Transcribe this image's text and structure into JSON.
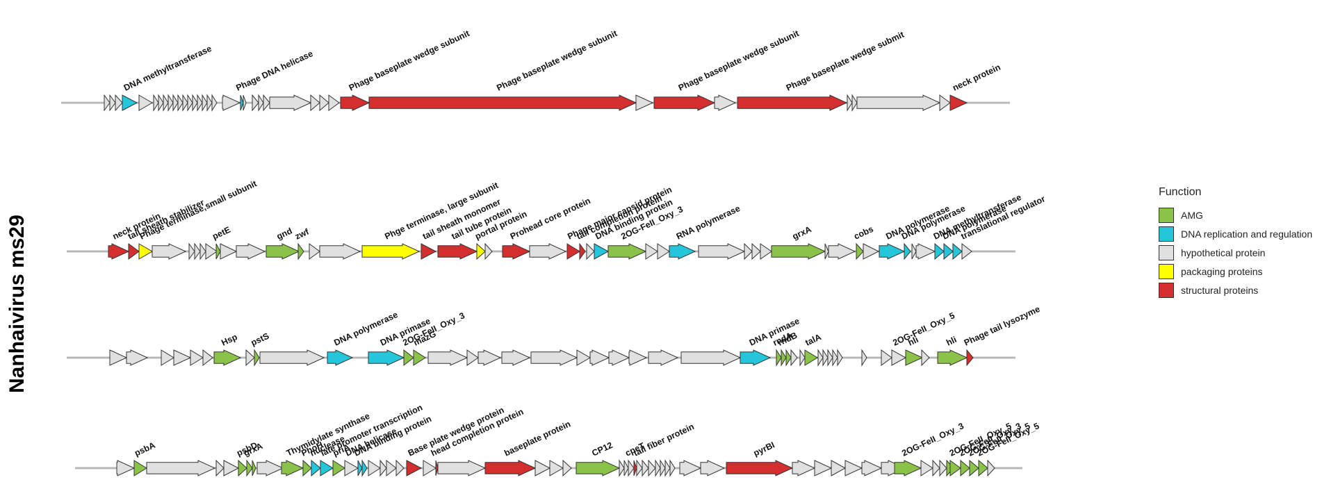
{
  "genome_name": "Nanhaivirus ms29",
  "legend": {
    "title": "Function",
    "items": [
      {
        "key": "AMG",
        "label": "AMG",
        "color": "#8bc34a"
      },
      {
        "key": "DNA",
        "label": "DNA replication and regulation",
        "color": "#26c6da"
      },
      {
        "key": "HYP",
        "label": "hypothetical protein",
        "color": "#e0e0e0"
      },
      {
        "key": "PKG",
        "label": "packaging proteins",
        "color": "#ffff00"
      },
      {
        "key": "STR",
        "label": "structural proteins",
        "color": "#d32f2f"
      }
    ]
  },
  "segments": [
    {
      "line": [
        88,
        1453
      ],
      "genes": [
        [
          150,
          158,
          "HYP",
          ""
        ],
        [
          158,
          166,
          "HYP",
          ""
        ],
        [
          166,
          176,
          "HYP",
          ""
        ],
        [
          176,
          197,
          "DNA",
          "DNA methyltransferase"
        ],
        [
          200,
          219,
          "HYP",
          ""
        ],
        [
          221,
          228,
          "HYP",
          ""
        ],
        [
          228,
          235,
          "HYP",
          ""
        ],
        [
          235,
          242,
          "HYP",
          ""
        ],
        [
          242,
          249,
          "HYP",
          ""
        ],
        [
          249,
          256,
          "HYP",
          ""
        ],
        [
          256,
          263,
          "HYP",
          ""
        ],
        [
          263,
          270,
          "HYP",
          ""
        ],
        [
          270,
          277,
          "HYP",
          ""
        ],
        [
          277,
          284,
          "HYP",
          ""
        ],
        [
          284,
          291,
          "HYP",
          ""
        ],
        [
          291,
          298,
          "HYP",
          ""
        ],
        [
          298,
          305,
          "HYP",
          ""
        ],
        [
          305,
          312,
          "HYP",
          ""
        ],
        [
          320,
          345,
          "HYP",
          ""
        ],
        [
          346,
          350,
          "DNA",
          "Phage DNA helicase"
        ],
        [
          350,
          354,
          "HYP",
          ""
        ],
        [
          363,
          372,
          "HYP",
          ""
        ],
        [
          372,
          379,
          "HYP",
          ""
        ],
        [
          379,
          388,
          "HYP",
          ""
        ],
        [
          388,
          447,
          "HYP",
          ""
        ],
        [
          447,
          460,
          "HYP",
          ""
        ],
        [
          460,
          473,
          "HYP",
          ""
        ],
        [
          473,
          488,
          "HYP",
          ""
        ],
        [
          490,
          531,
          "STR",
          "Phage baseplate wedge subunit"
        ],
        [
          531,
          915,
          "STR",
          "Phage baseplate wedge subunit"
        ],
        [
          915,
          939,
          "HYP",
          ""
        ],
        [
          941,
          1028,
          "STR",
          "Phage baseplate wedge subunit"
        ],
        [
          1028,
          1058,
          "HYP",
          ""
        ],
        [
          1061,
          1218,
          "STR",
          "Phage baseplate wedge submit"
        ],
        [
          1219,
          1226,
          "HYP",
          ""
        ],
        [
          1226,
          1233,
          "HYP",
          ""
        ],
        [
          1233,
          1352,
          "HYP",
          ""
        ],
        [
          1352,
          1367,
          "HYP",
          ""
        ],
        [
          1367,
          1391,
          "STR",
          "neck protein"
        ]
      ]
    },
    {
      "line": [
        96,
        1461
      ],
      "genes": [
        [
          156,
          185,
          "STR",
          "neck protein"
        ],
        [
          185,
          200,
          "STR",
          "tail sheath stabilizer"
        ],
        [
          200,
          219,
          "PKG",
          "Phage terminase,small subunit"
        ],
        [
          219,
          267,
          "HYP",
          ""
        ],
        [
          272,
          280,
          "HYP",
          ""
        ],
        [
          280,
          288,
          "HYP",
          ""
        ],
        [
          288,
          296,
          "HYP",
          ""
        ],
        [
          296,
          312,
          "HYP",
          ""
        ],
        [
          311,
          317,
          "AMG",
          "petE"
        ],
        [
          317,
          340,
          "HYP",
          ""
        ],
        [
          340,
          381,
          "HYP",
          ""
        ],
        [
          383,
          430,
          "AMG",
          "gnd"
        ],
        [
          429,
          437,
          "AMG",
          "zwf"
        ],
        [
          445,
          460,
          "HYP",
          ""
        ],
        [
          460,
          518,
          "HYP",
          ""
        ],
        [
          521,
          603,
          "PKG",
          "Phge terminase, large subunit"
        ],
        [
          606,
          627,
          "STR",
          "tail sheath monomer"
        ],
        [
          630,
          686,
          "STR",
          "tail tube protein"
        ],
        [
          686,
          698,
          "PKG",
          "portal protein"
        ],
        [
          698,
          708,
          "HYP",
          ""
        ],
        [
          723,
          762,
          "STR",
          "Prohead core protein"
        ],
        [
          762,
          814,
          "HYP",
          ""
        ],
        [
          816,
          834,
          "STR",
          "Phage major capsid protein"
        ],
        [
          834,
          842,
          "STR",
          "tail completion protein"
        ],
        [
          844,
          855,
          "HYP",
          ""
        ],
        [
          855,
          875,
          "DNA",
          "DNA binding protein"
        ],
        [
          875,
          929,
          "AMG",
          "2OG-FeII_Oxy_3"
        ],
        [
          929,
          946,
          "HYP",
          ""
        ],
        [
          946,
          963,
          "HYP",
          ""
        ],
        [
          963,
          1000,
          "DNA",
          "RNA polymerase"
        ],
        [
          1005,
          1071,
          "HYP",
          ""
        ],
        [
          1071,
          1082,
          "HYP",
          ""
        ],
        [
          1082,
          1094,
          "HYP",
          ""
        ],
        [
          1094,
          1110,
          "HYP",
          ""
        ],
        [
          1110,
          1187,
          "AMG",
          "grxA"
        ],
        [
          1187,
          1192,
          "HYP",
          ""
        ],
        [
          1192,
          1230,
          "HYP",
          ""
        ],
        [
          1232,
          1242,
          "AMG",
          "cobs"
        ],
        [
          1242,
          1264,
          "HYP",
          ""
        ],
        [
          1265,
          1301,
          "DNA",
          "DNA polymerase"
        ],
        [
          1301,
          1310,
          "DNA",
          "DNA polymerase"
        ],
        [
          1312,
          1318,
          "HYP",
          ""
        ],
        [
          1318,
          1345,
          "HYP",
          ""
        ],
        [
          1345,
          1358,
          "DNA",
          "DNA methyltransferase"
        ],
        [
          1358,
          1371,
          "DNA",
          "DNA polymerase"
        ],
        [
          1371,
          1384,
          "DNA",
          ""
        ],
        [
          1384,
          1398,
          "HYP",
          "translational regulator"
        ]
      ]
    },
    {
      "line": [
        96,
        1461
      ],
      "genes": [
        [
          158,
          182,
          "HYP",
          ""
        ],
        [
          182,
          212,
          "HYP",
          ""
        ],
        [
          232,
          250,
          "HYP",
          ""
        ],
        [
          250,
          274,
          "HYP",
          ""
        ],
        [
          274,
          292,
          "HYP",
          ""
        ],
        [
          292,
          306,
          "HYP",
          ""
        ],
        [
          308,
          346,
          "AMG",
          "Hsp"
        ],
        [
          354,
          366,
          "HYP",
          ""
        ],
        [
          366,
          373,
          "AMG",
          "pstS"
        ],
        [
          374,
          466,
          "HYP",
          ""
        ],
        [
          471,
          507,
          "DNA",
          "DNA polymerase"
        ],
        [
          530,
          581,
          "DNA",
          "DNA primase"
        ],
        [
          581,
          595,
          "AMG",
          "2OG-FeII_Oxy_3"
        ],
        [
          595,
          612,
          "AMG",
          "mazG"
        ],
        [
          616,
          672,
          "HYP",
          ""
        ],
        [
          672,
          688,
          "HYP",
          ""
        ],
        [
          688,
          720,
          "HYP",
          ""
        ],
        [
          722,
          762,
          "HYP",
          ""
        ],
        [
          764,
          830,
          "HYP",
          ""
        ],
        [
          830,
          849,
          "HYP",
          ""
        ],
        [
          849,
          876,
          "HYP",
          ""
        ],
        [
          876,
          905,
          "HYP",
          ""
        ],
        [
          905,
          930,
          "HYP",
          ""
        ],
        [
          933,
          975,
          "HYP",
          ""
        ],
        [
          980,
          1065,
          "HYP",
          ""
        ],
        [
          1065,
          1108,
          "DNA",
          "DNA primase"
        ],
        [
          1117,
          1124,
          "AMG",
          "rndA"
        ],
        [
          1124,
          1131,
          "AMG",
          "rndB"
        ],
        [
          1131,
          1138,
          "AMG",
          ""
        ],
        [
          1138,
          1147,
          "HYP",
          ""
        ],
        [
          1151,
          1158,
          "HYP",
          ""
        ],
        [
          1158,
          1176,
          "AMG",
          "talA"
        ],
        [
          1177,
          1184,
          "HYP",
          ""
        ],
        [
          1184,
          1191,
          "HYP",
          ""
        ],
        [
          1191,
          1198,
          "HYP",
          ""
        ],
        [
          1198,
          1205,
          "HYP",
          ""
        ],
        [
          1205,
          1212,
          "HYP",
          ""
        ],
        [
          1240,
          1247,
          "HYP",
          ""
        ],
        [
          1268,
          1283,
          "HYP",
          ""
        ],
        [
          1283,
          1303,
          "HYP",
          "2OG-FeII_Oxy_5"
        ],
        [
          1303,
          1327,
          "AMG",
          "hli"
        ],
        [
          1326,
          1337,
          "HYP",
          ""
        ],
        [
          1349,
          1391,
          "AMG",
          "hli"
        ],
        [
          1391,
          1400,
          "STR",
          "Phage tail lysozyme"
        ]
      ]
    },
    {
      "line": [
        108,
        1471
      ],
      "genes": [
        [
          168,
          193,
          "HYP",
          ""
        ],
        [
          193,
          211,
          "AMG",
          "psbA"
        ],
        [
          211,
          309,
          "HYP",
          ""
        ],
        [
          311,
          322,
          "HYP",
          ""
        ],
        [
          322,
          343,
          "HYP",
          ""
        ],
        [
          343,
          355,
          "AMG",
          "psbD"
        ],
        [
          355,
          363,
          "AMG",
          "grxA"
        ],
        [
          363,
          368,
          "AMG",
          ""
        ],
        [
          370,
          407,
          "HYP",
          ""
        ],
        [
          405,
          436,
          "AMG",
          "Thymidylate synthase"
        ],
        [
          436,
          448,
          "AMG",
          "PhoH"
        ],
        [
          448,
          461,
          "DNA",
          "nuclease"
        ],
        [
          461,
          479,
          "DNA",
          "late promoter transcription"
        ],
        [
          479,
          496,
          "AMG",
          "priA"
        ],
        [
          496,
          515,
          "HYP",
          "DNA helicase"
        ],
        [
          515,
          521,
          "DNA",
          "DNA binding protein"
        ],
        [
          521,
          528,
          "DNA",
          ""
        ],
        [
          530,
          547,
          "HYP",
          ""
        ],
        [
          547,
          556,
          "HYP",
          ""
        ],
        [
          556,
          570,
          "HYP",
          ""
        ],
        [
          570,
          581,
          "HYP",
          ""
        ],
        [
          585,
          606,
          "STR",
          "Base plate wedge protein"
        ],
        [
          609,
          627,
          "HYP",
          ""
        ],
        [
          627,
          630,
          "STR",
          "head completion protein"
        ],
        [
          630,
          698,
          "HYP",
          ""
        ],
        [
          698,
          770,
          "STR",
          "baseplate protein"
        ],
        [
          770,
          791,
          "HYP",
          ""
        ],
        [
          791,
          810,
          "HYP",
          ""
        ],
        [
          810,
          822,
          "HYP",
          ""
        ],
        [
          829,
          891,
          "AMG",
          "CP12"
        ],
        [
          891,
          898,
          "HYP",
          ""
        ],
        [
          898,
          904,
          "HYP",
          ""
        ],
        [
          904,
          912,
          "HYP",
          "cpeT"
        ],
        [
          912,
          916,
          "STR",
          ""
        ],
        [
          916,
          924,
          "HYP",
          "tail fiber protein"
        ],
        [
          924,
          933,
          "HYP",
          ""
        ],
        [
          933,
          943,
          "HYP",
          ""
        ],
        [
          943,
          950,
          "HYP",
          ""
        ],
        [
          950,
          957,
          "HYP",
          ""
        ],
        [
          957,
          964,
          "HYP",
          ""
        ],
        [
          964,
          971,
          "HYP",
          ""
        ],
        [
          978,
          1008,
          "HYP",
          ""
        ],
        [
          1008,
          1042,
          "HYP",
          ""
        ],
        [
          1045,
          1140,
          "STR",
          "pyrBI"
        ],
        [
          1140,
          1172,
          "HYP",
          ""
        ],
        [
          1172,
          1196,
          "HYP",
          ""
        ],
        [
          1196,
          1216,
          "HYP",
          ""
        ],
        [
          1216,
          1240,
          "HYP",
          ""
        ],
        [
          1240,
          1268,
          "HYP",
          ""
        ],
        [
          1268,
          1302,
          "HYP",
          ""
        ],
        [
          1287,
          1325,
          "AMG",
          "2OG-FeII_Oxy_3"
        ],
        [
          1325,
          1342,
          "HYP",
          ""
        ],
        [
          1342,
          1352,
          "HYP",
          ""
        ],
        [
          1352,
          1362,
          "HYP",
          ""
        ],
        [
          1362,
          1372,
          "AMG",
          ""
        ],
        [
          1367,
          1382,
          "AMG",
          "2OG-FeII_Oxy_5"
        ],
        [
          1382,
          1395,
          "AMG",
          "2OG-FeII_Oxy_3"
        ],
        [
          1395,
          1408,
          "AMG",
          "2OG-FeII_Oxy_5"
        ],
        [
          1408,
          1421,
          "AMG",
          "2OG-FeII_Oxy_5"
        ],
        [
          1421,
          1431,
          "HYP",
          ""
        ]
      ]
    }
  ]
}
